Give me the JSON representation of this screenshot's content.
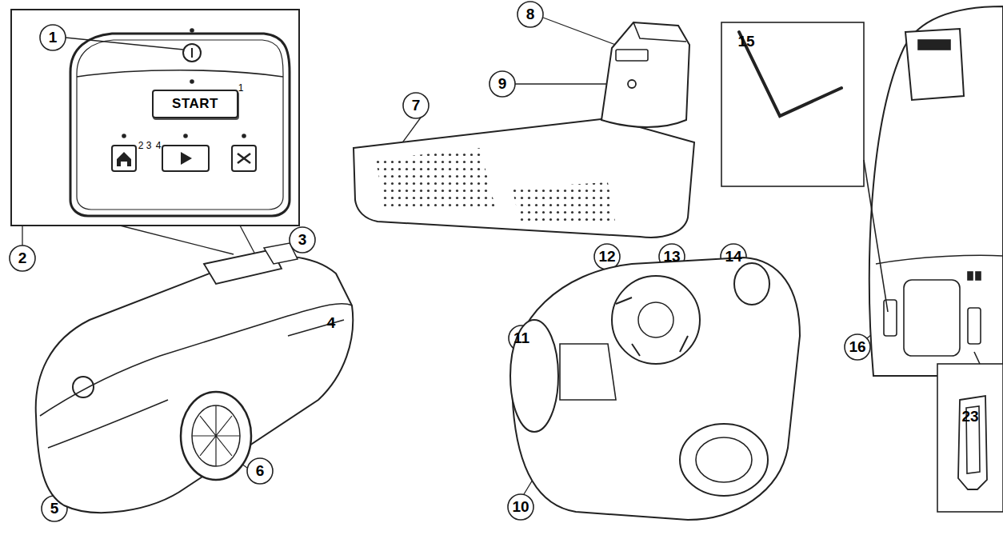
{
  "diagram": {
    "nodes": [
      {
        "text": [
          "START"
        ]
      }
    ],
    "labels": [
      "1",
      "2",
      "3",
      "4",
      "5",
      "6",
      "7",
      "8",
      "9",
      "10",
      "11",
      "12",
      "13",
      "14",
      "15",
      "16",
      "23",
      "1",
      "2",
      "3",
      "4"
    ]
  }
}
